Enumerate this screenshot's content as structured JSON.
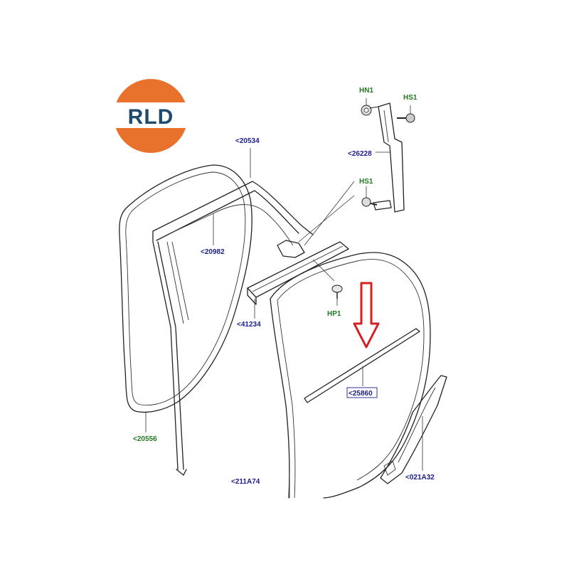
{
  "logo": {
    "text": "RLD",
    "ring_color": "#e8722c",
    "band_color": "#ffffff",
    "text_color": "#1f4a6e"
  },
  "arrow_color": "#d42020",
  "callouts": {
    "c20534": "<20534",
    "c20982": "<20982",
    "c20556": "<20556",
    "c41234": "<41234",
    "c211A74": "<211A74",
    "c25860": "<25860",
    "c26228": "<26228",
    "c021A32": "<021A32",
    "hn1": "HN1",
    "hs1_top": "HS1",
    "hs1_mid": "HS1",
    "hp1": "HP1"
  }
}
